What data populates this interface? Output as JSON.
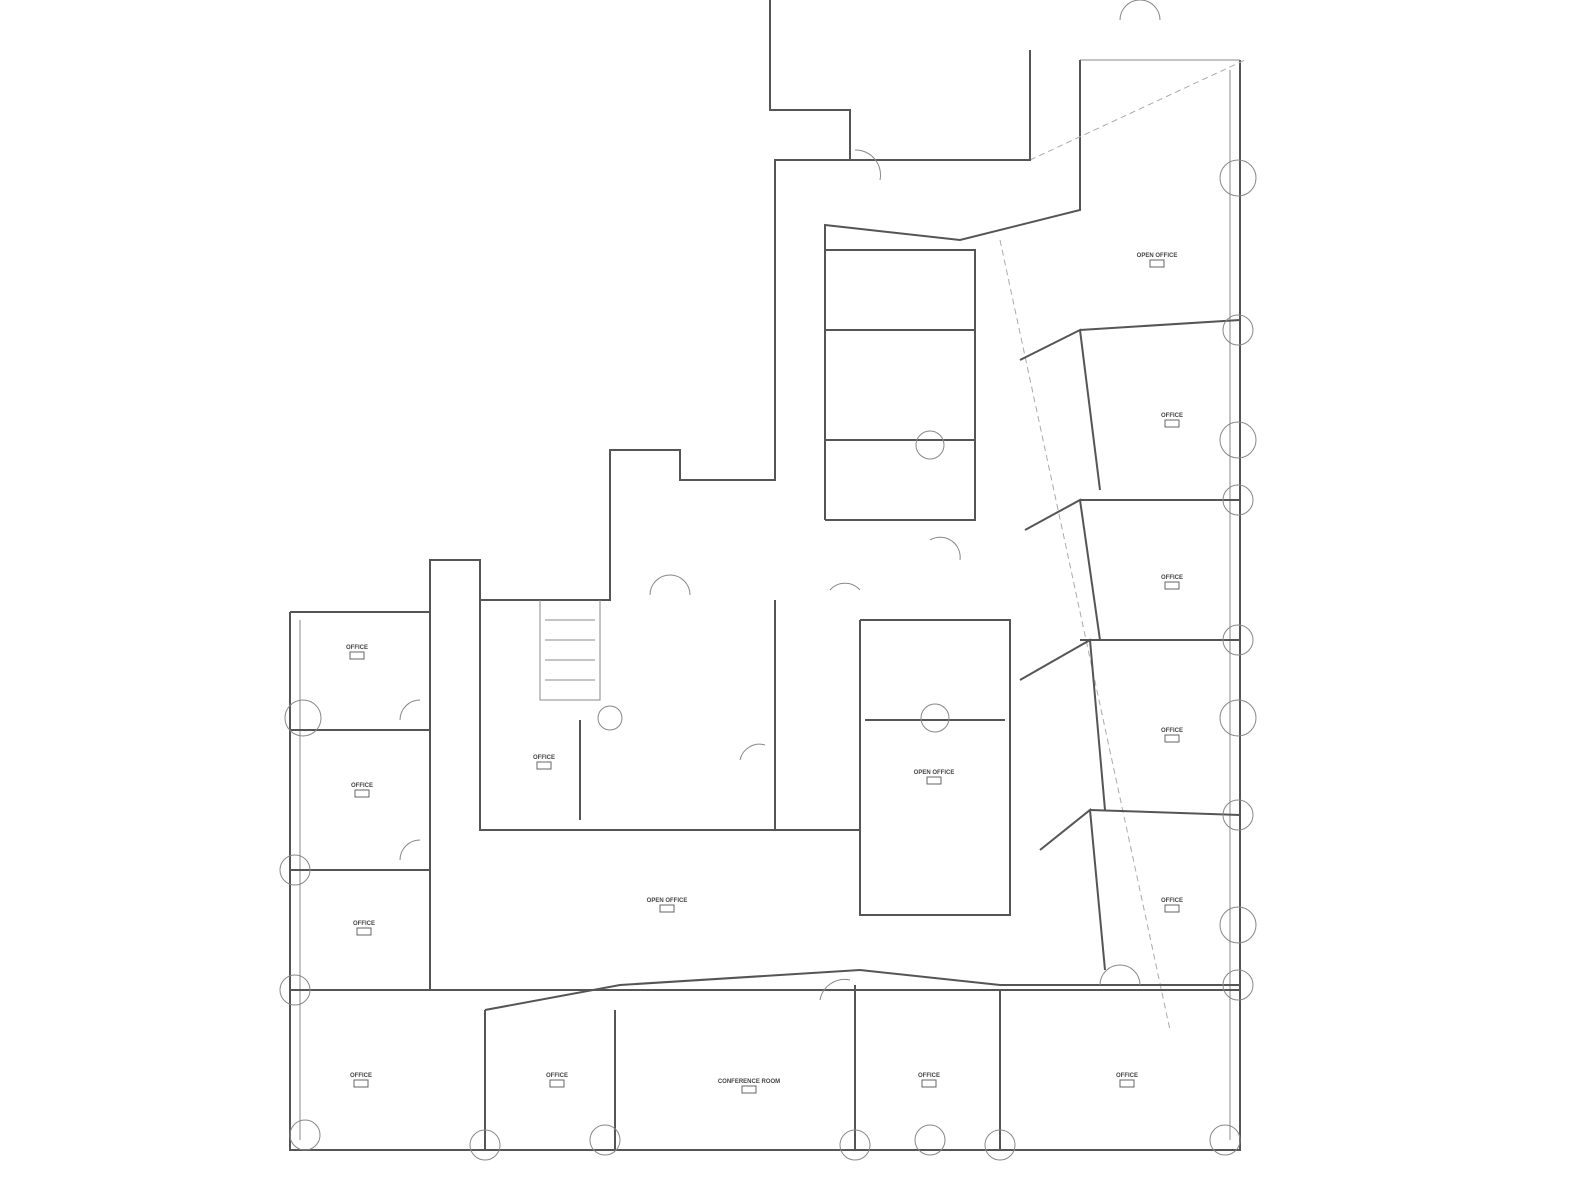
{
  "drawing": {
    "type": "architectural floor plan",
    "line_color": "#555555",
    "background": "#ffffff"
  },
  "rooms": [
    {
      "label": "OFFICE"
    },
    {
      "label": "OFFICE"
    },
    {
      "label": "OFFICE"
    },
    {
      "label": "OFFICE"
    },
    {
      "label": "OFFICE"
    },
    {
      "label": "CONFERENCE ROOM"
    },
    {
      "label": "OFFICE"
    },
    {
      "label": "OFFICE"
    },
    {
      "label": "OPEN OFFICE"
    },
    {
      "label": "OPEN OFFICE"
    },
    {
      "label": "OFFICE"
    },
    {
      "label": "OFFICE"
    },
    {
      "label": "OFFICE"
    },
    {
      "label": "OFFICE"
    },
    {
      "label": "OPEN OFFICE"
    },
    {
      "label": "OFFICE"
    }
  ]
}
